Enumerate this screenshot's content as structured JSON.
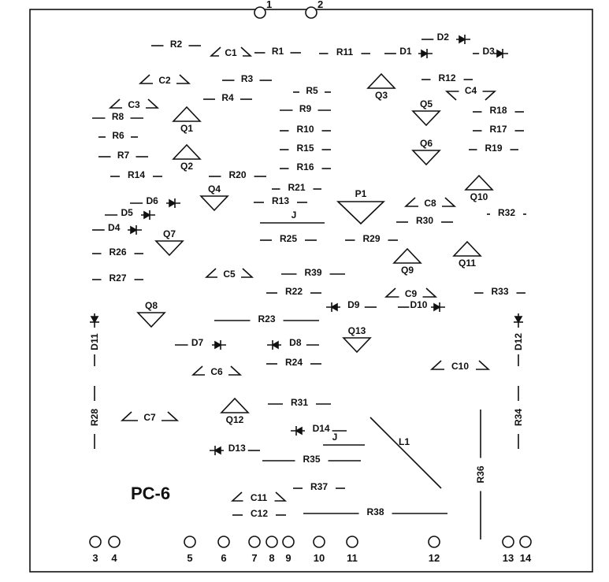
{
  "board": {
    "title": "PC-6"
  },
  "pads": [
    "1",
    "2",
    "3",
    "4",
    "5",
    "6",
    "7",
    "8",
    "9",
    "10",
    "11",
    "12",
    "13",
    "14"
  ],
  "components": [
    {
      "ref": "R1",
      "type": "resistor"
    },
    {
      "ref": "R2",
      "type": "resistor"
    },
    {
      "ref": "R3",
      "type": "resistor"
    },
    {
      "ref": "R4",
      "type": "resistor"
    },
    {
      "ref": "R5",
      "type": "resistor"
    },
    {
      "ref": "R6",
      "type": "resistor"
    },
    {
      "ref": "R7",
      "type": "resistor"
    },
    {
      "ref": "R8",
      "type": "resistor"
    },
    {
      "ref": "R9",
      "type": "resistor"
    },
    {
      "ref": "R10",
      "type": "resistor"
    },
    {
      "ref": "R11",
      "type": "resistor"
    },
    {
      "ref": "R12",
      "type": "resistor"
    },
    {
      "ref": "R13",
      "type": "resistor"
    },
    {
      "ref": "R14",
      "type": "resistor"
    },
    {
      "ref": "R15",
      "type": "resistor"
    },
    {
      "ref": "R16",
      "type": "resistor"
    },
    {
      "ref": "R17",
      "type": "resistor"
    },
    {
      "ref": "R18",
      "type": "resistor"
    },
    {
      "ref": "R19",
      "type": "resistor"
    },
    {
      "ref": "R20",
      "type": "resistor"
    },
    {
      "ref": "R21",
      "type": "resistor"
    },
    {
      "ref": "R22",
      "type": "resistor"
    },
    {
      "ref": "R23",
      "type": "resistor"
    },
    {
      "ref": "R24",
      "type": "resistor"
    },
    {
      "ref": "R25",
      "type": "resistor"
    },
    {
      "ref": "R26",
      "type": "resistor"
    },
    {
      "ref": "R27",
      "type": "resistor"
    },
    {
      "ref": "R28",
      "type": "resistor"
    },
    {
      "ref": "R29",
      "type": "resistor"
    },
    {
      "ref": "R30",
      "type": "resistor"
    },
    {
      "ref": "R31",
      "type": "resistor"
    },
    {
      "ref": "R32",
      "type": "resistor"
    },
    {
      "ref": "R33",
      "type": "resistor"
    },
    {
      "ref": "R34",
      "type": "resistor"
    },
    {
      "ref": "R35",
      "type": "resistor"
    },
    {
      "ref": "R36",
      "type": "resistor"
    },
    {
      "ref": "R37",
      "type": "resistor"
    },
    {
      "ref": "R38",
      "type": "resistor"
    },
    {
      "ref": "R39",
      "type": "resistor"
    },
    {
      "ref": "C1",
      "type": "capacitor"
    },
    {
      "ref": "C2",
      "type": "capacitor"
    },
    {
      "ref": "C3",
      "type": "capacitor"
    },
    {
      "ref": "C4",
      "type": "capacitor"
    },
    {
      "ref": "C5",
      "type": "capacitor"
    },
    {
      "ref": "C6",
      "type": "capacitor"
    },
    {
      "ref": "C7",
      "type": "capacitor"
    },
    {
      "ref": "C8",
      "type": "capacitor"
    },
    {
      "ref": "C9",
      "type": "capacitor"
    },
    {
      "ref": "C10",
      "type": "capacitor"
    },
    {
      "ref": "C11",
      "type": "capacitor"
    },
    {
      "ref": "C12",
      "type": "capacitor"
    },
    {
      "ref": "D1",
      "type": "diode"
    },
    {
      "ref": "D2",
      "type": "diode"
    },
    {
      "ref": "D3",
      "type": "diode"
    },
    {
      "ref": "D4",
      "type": "diode"
    },
    {
      "ref": "D5",
      "type": "diode"
    },
    {
      "ref": "D6",
      "type": "diode"
    },
    {
      "ref": "D7",
      "type": "diode"
    },
    {
      "ref": "D8",
      "type": "diode"
    },
    {
      "ref": "D9",
      "type": "diode"
    },
    {
      "ref": "D10",
      "type": "diode"
    },
    {
      "ref": "D11",
      "type": "diode"
    },
    {
      "ref": "D12",
      "type": "diode"
    },
    {
      "ref": "D13",
      "type": "diode"
    },
    {
      "ref": "D14",
      "type": "diode"
    },
    {
      "ref": "Q1",
      "type": "transistor"
    },
    {
      "ref": "Q2",
      "type": "transistor"
    },
    {
      "ref": "Q3",
      "type": "transistor"
    },
    {
      "ref": "Q4",
      "type": "transistor"
    },
    {
      "ref": "Q5",
      "type": "transistor"
    },
    {
      "ref": "Q6",
      "type": "transistor"
    },
    {
      "ref": "Q7",
      "type": "transistor"
    },
    {
      "ref": "Q8",
      "type": "transistor"
    },
    {
      "ref": "Q9",
      "type": "transistor"
    },
    {
      "ref": "Q10",
      "type": "transistor"
    },
    {
      "ref": "Q11",
      "type": "transistor"
    },
    {
      "ref": "Q12",
      "type": "transistor"
    },
    {
      "ref": "Q13",
      "type": "transistor"
    },
    {
      "ref": "P1",
      "type": "potentiometer"
    },
    {
      "ref": "J",
      "type": "jumper"
    },
    {
      "ref": "J",
      "type": "jumper"
    },
    {
      "ref": "L1",
      "type": "inductor"
    }
  ]
}
